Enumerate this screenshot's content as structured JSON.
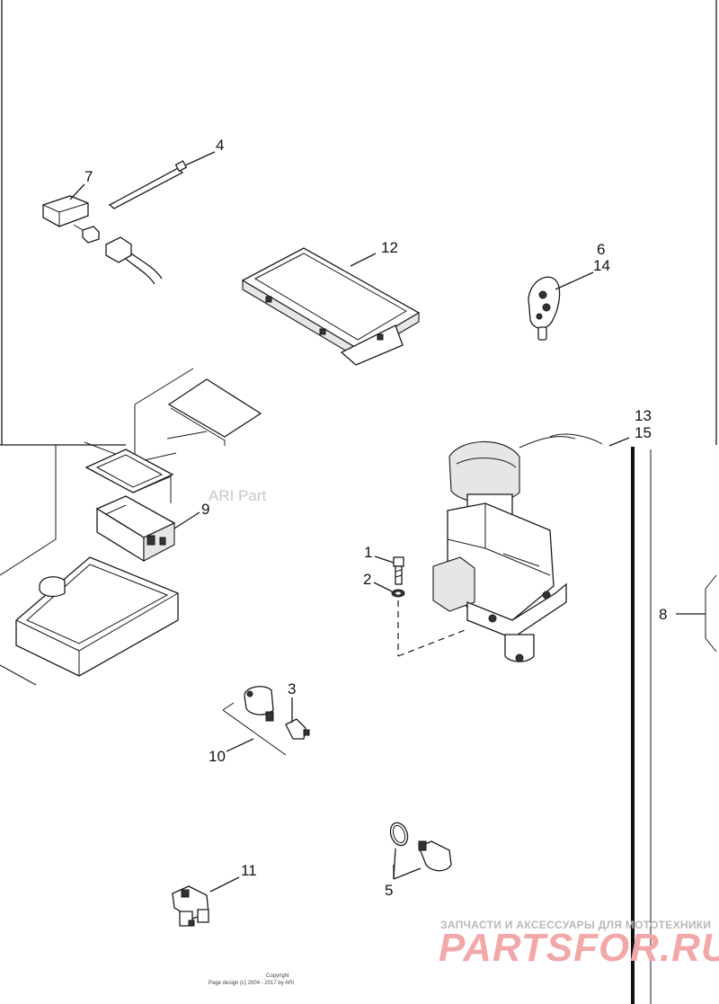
{
  "callouts": [
    {
      "id": "c1",
      "text": "1"
    },
    {
      "id": "c2",
      "text": "2"
    },
    {
      "id": "c3",
      "text": "3"
    },
    {
      "id": "c4",
      "text": "4"
    },
    {
      "id": "c5",
      "text": "5"
    },
    {
      "id": "c6",
      "text": "6"
    },
    {
      "id": "c7",
      "text": "7"
    },
    {
      "id": "c8",
      "text": "8"
    },
    {
      "id": "c9",
      "text": "9"
    },
    {
      "id": "c10",
      "text": "10"
    },
    {
      "id": "c11",
      "text": "11"
    },
    {
      "id": "c12",
      "text": "12"
    },
    {
      "id": "c13",
      "text": "13"
    },
    {
      "id": "c14",
      "text": "14"
    },
    {
      "id": "c15",
      "text": "15"
    }
  ],
  "watermark": {
    "text": "ARI Part",
    "shop_tagline": "ЗАПЧАСТИ И АКСЕССУАРЫ ДЛЯ МОТОТЕХНИКИ",
    "shop_brand": "PARTSFOR.RU",
    "brand_color": "#f2a8a8"
  },
  "footer": {
    "copyright_label": "Copyright",
    "page_design": "Page design (c) 2004 - 2017 by ARI"
  }
}
